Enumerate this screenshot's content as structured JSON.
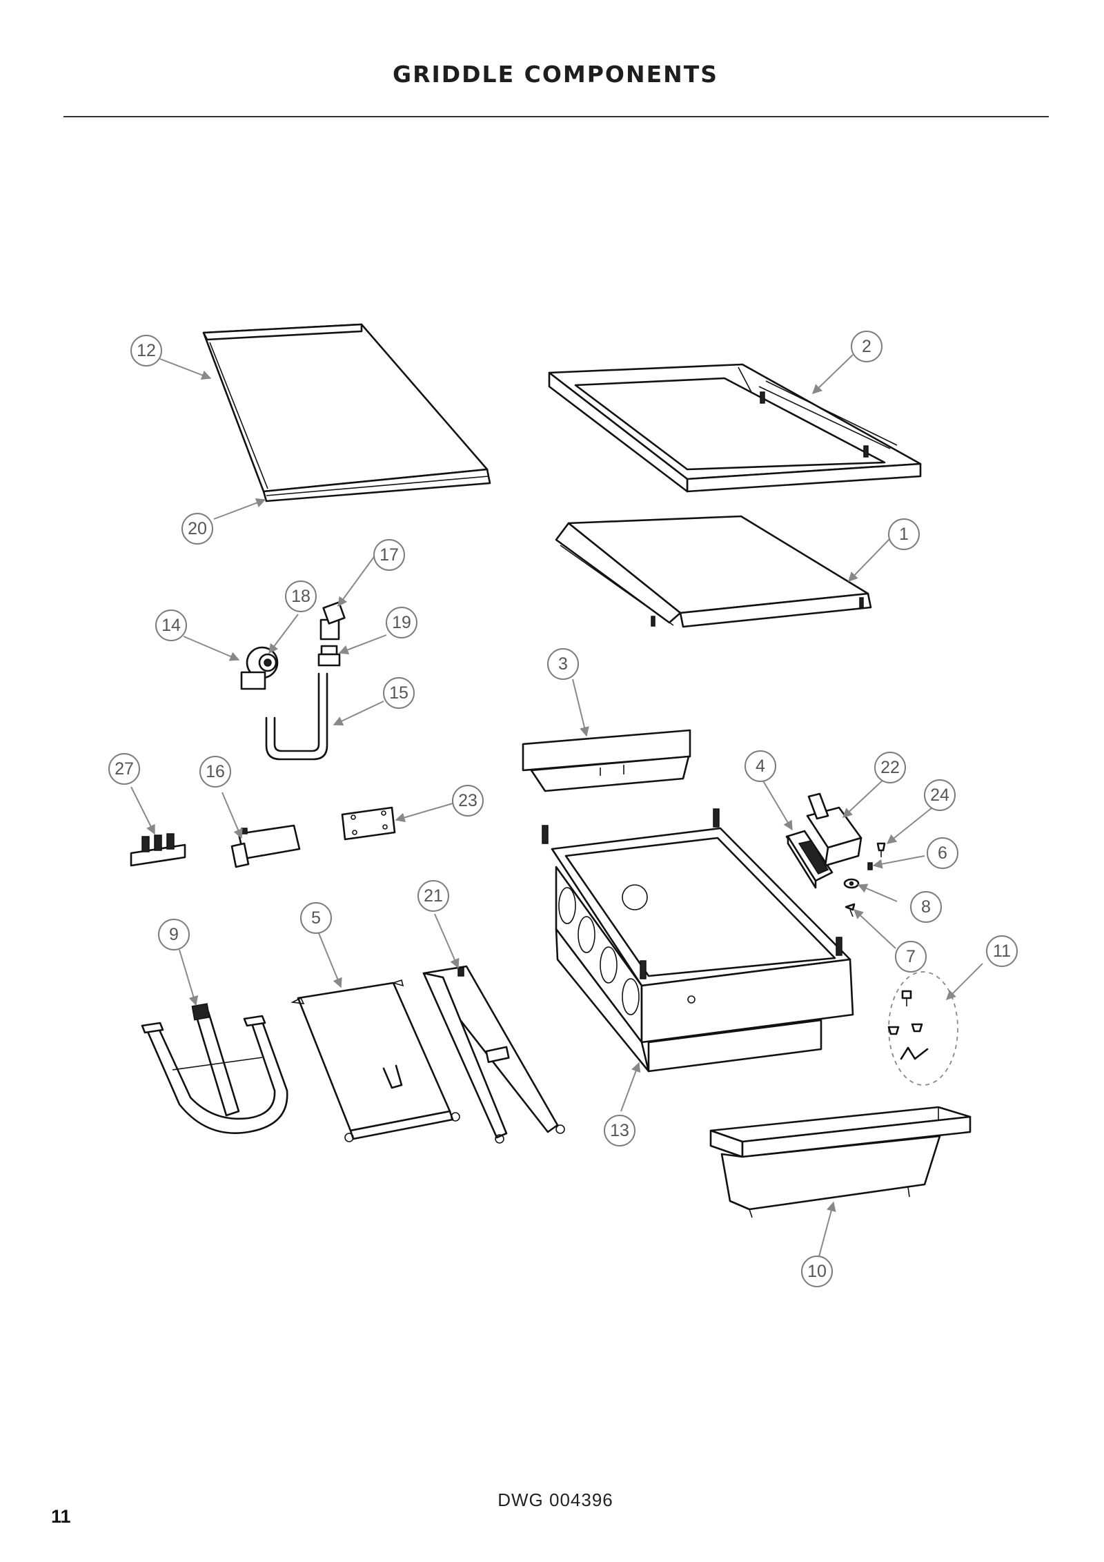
{
  "page": {
    "title": "GRIDDLE COMPONENTS",
    "drawing_number": "DWG 004396",
    "page_number": "11"
  },
  "callouts": {
    "c1": "1",
    "c2": "2",
    "c3": "3",
    "c4": "4",
    "c5": "5",
    "c6": "6",
    "c7": "7",
    "c8": "8",
    "c9": "9",
    "c10": "10",
    "c11": "11",
    "c12": "12",
    "c13": "13",
    "c14": "14",
    "c15": "15",
    "c16": "16",
    "c17": "17",
    "c18": "18",
    "c19": "19",
    "c20": "20",
    "c21": "21",
    "c22": "22",
    "c23": "23",
    "c24": "24",
    "c27": "27"
  }
}
